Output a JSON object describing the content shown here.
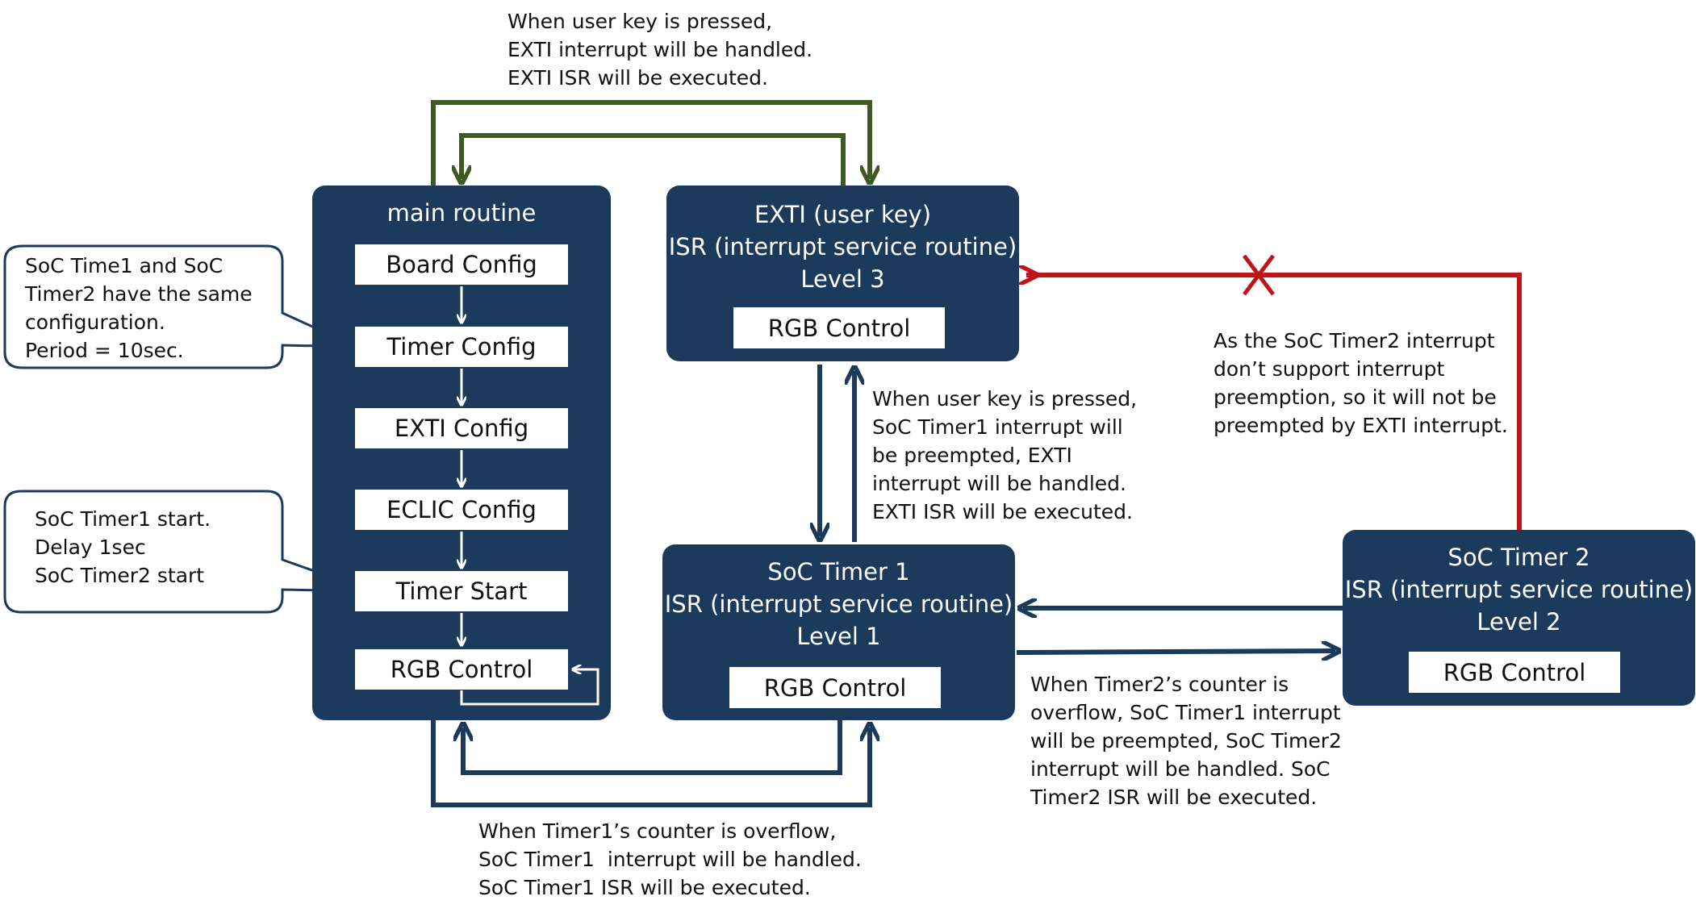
{
  "main_routine": {
    "title": "main routine",
    "steps": [
      "Board Config",
      "Timer Config",
      "EXTI Config",
      "ECLIC Config",
      "Timer Start",
      "RGB Control"
    ]
  },
  "exti_box": {
    "line1": "EXTI (user key)",
    "line2": "ISR (interrupt service routine)",
    "line3": "Level 3",
    "inner": "RGB Control"
  },
  "timer1_box": {
    "line1": "SoC Timer 1",
    "line2": "ISR (interrupt service routine)",
    "line3": "Level 1",
    "inner": "RGB Control"
  },
  "timer2_box": {
    "line1": "SoC Timer 2",
    "line2": "ISR (interrupt service routine)",
    "line3": "Level 2",
    "inner": "RGB Control"
  },
  "callouts": {
    "config": "SoC Time1 and SoC\nTimer2 have the same\nconfiguration.\nPeriod = 10sec.",
    "start": "SoC Timer1 start.\nDelay 1sec\nSoC Timer2 start"
  },
  "notes": {
    "top": "When user key is pressed,\nEXTI interrupt will be handled.\nEXTI ISR will be executed.",
    "middle": "When user key is pressed,\nSoC Timer1 interrupt will\nbe preempted, EXTI\ninterrupt will be handled.\nEXTI ISR will be executed.",
    "right": "As the SoC Timer2 interrupt\ndon’t support interrupt\npreemption, so it will not be\npreempted by EXTI interrupt.",
    "timer2": "When Timer2’s counter is\noverflow, SoC Timer1 interrupt\nwill be preempted, SoC Timer2\ninterrupt will be handled. SoC\nTimer2 ISR will be executed.",
    "bottom": "When Timer1’s counter is overflow,\nSoC Timer1  interrupt will be handled.\nSoC Timer1 ISR will be executed."
  },
  "colors": {
    "box": "#1b3a5c",
    "green": "#3d5a23",
    "red": "#c0141b",
    "navy": "#1b3a5c"
  }
}
